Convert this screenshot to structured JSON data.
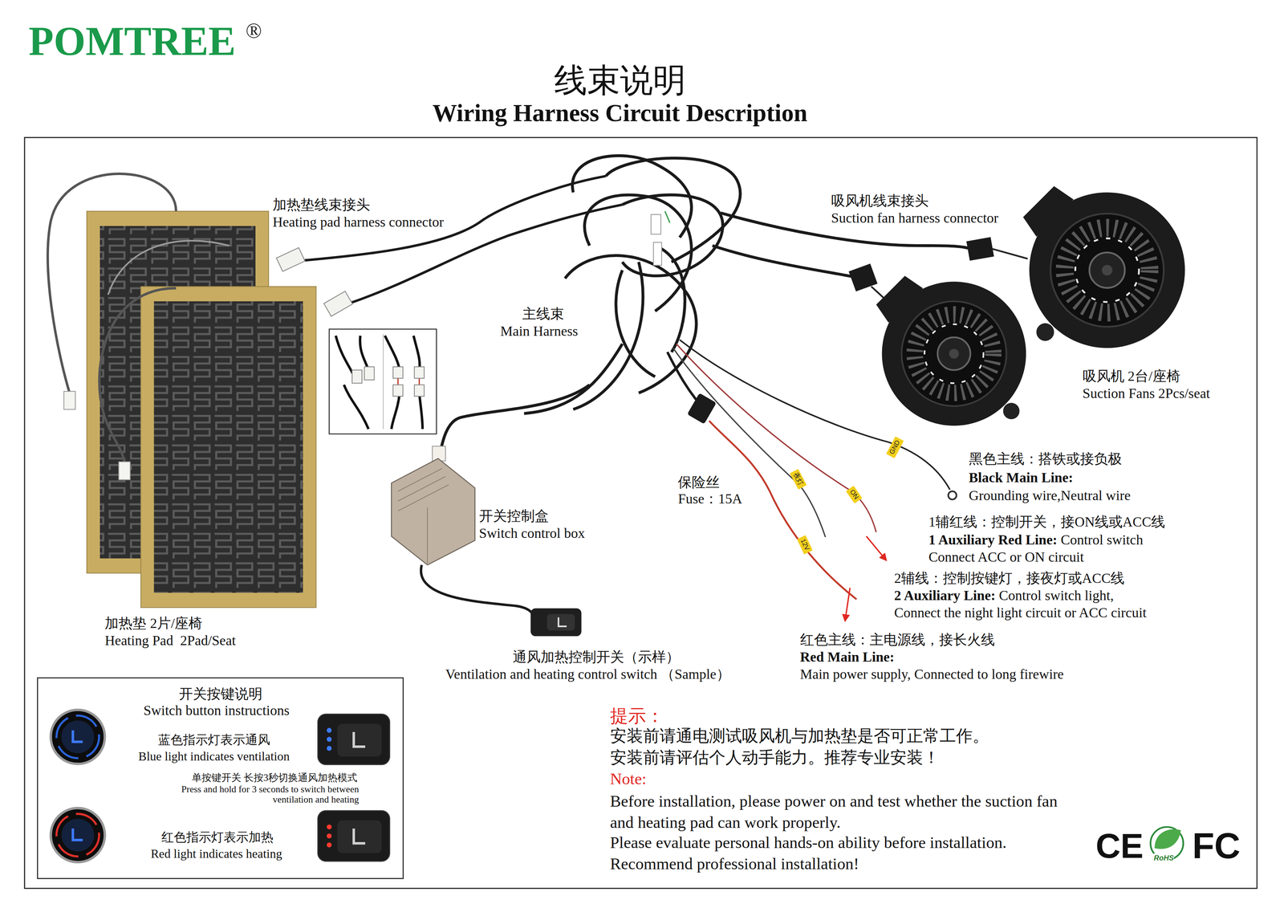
{
  "diagram": {
    "title": "线束说明",
    "nodes": [
      {
        "text": [
          "开关按键说明",
          "Switch button instructions",
          "蓝色指示灯表示通风",
          "Blue light indicates ventilation",
          "单按键开关 长按3秒切换通风加热模式",
          "Press and hold for 3 seconds to switch between ventilation and heating",
          "红色指示灯表示加热",
          "Red light indicates heating"
        ]
      },
      {
        "text": [
          "GND"
        ]
      },
      {
        "text": [
          "夜灯"
        ]
      },
      {
        "text": [
          "ON"
        ]
      },
      {
        "text": [
          "12V"
        ]
      }
    ],
    "labels": [
      "POMTREE",
      "®",
      "Wiring Harness Circuit Description",
      "加热垫线束接头",
      "Heating pad harness connector",
      "吸风机线束接头",
      "Suction fan harness connector",
      "主线束",
      "Main Harness",
      "吸风机 2台/座椅",
      "Suction Fans 2Pcs/seat",
      "黑色主线：搭铁或接负极",
      "Black Main Line:",
      "Grounding wire,Neutral wire",
      "1辅红线：控制开关，接ON线或ACC线",
      "1 Auxiliary Red Line:",
      "Control switch",
      "Connect ACC or ON circuit",
      "2辅线：控制按键灯，接夜灯或ACC线",
      "2 Auxiliary Line:",
      "Control switch light,",
      "Connect the night light circuit or ACC circuit",
      "红色主线：主电源线，接长火线",
      "Red Main Line:",
      "Main power supply, Connected to long firewire",
      "保险丝",
      "Fuse：15A",
      "开关控制盒",
      "Switch control box",
      "加热垫 2片/座椅",
      "Heating Pad  2Pad/Seat",
      "通风加热控制开关（示样）",
      "Ventilation and heating control switch （Sample）",
      "提示：",
      "安装前请通电测试吸风机与加热垫是否可正常工作。",
      "安装前请评估个人动手能力。推荐专业安装！",
      "Note:",
      "Before installation, please power on and test whether the suction fan and heating pad can work properly.",
      "Please evaluate personal hands-on ability before installation.",
      "Recommend professional installation!",
      "CE",
      "RoHS",
      "FC"
    ]
  }
}
